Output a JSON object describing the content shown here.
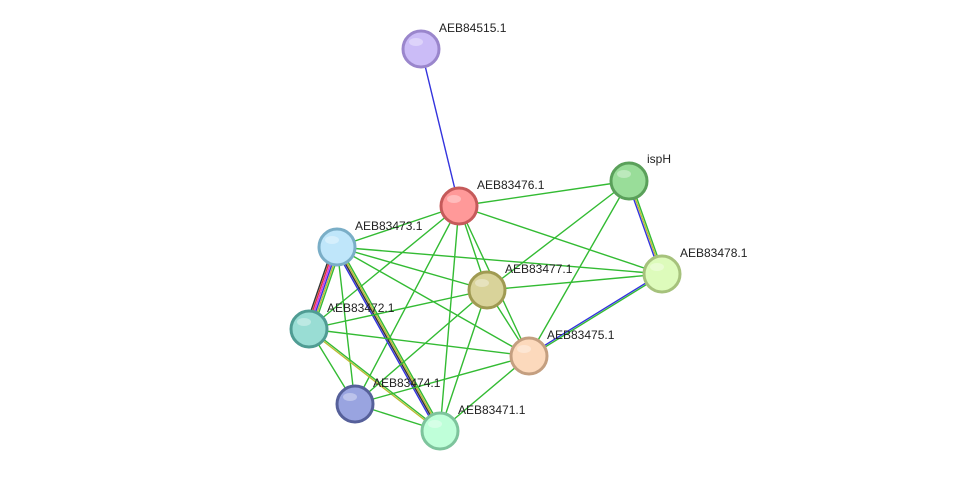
{
  "network": {
    "nodes": [
      {
        "id": "AEB84515.1",
        "label": "AEB84515.1",
        "fill": "#cbbcf7",
        "stroke": "#9a86cc"
      },
      {
        "id": "AEB83476.1",
        "label": "AEB83476.1",
        "fill": "#ff9999",
        "stroke": "#c55a5a"
      },
      {
        "id": "ispH",
        "label": "ispH",
        "fill": "#99dd99",
        "stroke": "#5aa05a"
      },
      {
        "id": "AEB83473.1",
        "label": "AEB83473.1",
        "fill": "#bfe6fa",
        "stroke": "#7aaec7"
      },
      {
        "id": "AEB83478.1",
        "label": "AEB83478.1",
        "fill": "#ddfbbb",
        "stroke": "#a6c27c"
      },
      {
        "id": "AEB83477.1",
        "label": "AEB83477.1",
        "fill": "#d9d39a",
        "stroke": "#a09a52"
      },
      {
        "id": "AEB83472.1",
        "label": "AEB83472.1",
        "fill": "#99ddd4",
        "stroke": "#4f9c93"
      },
      {
        "id": "AEB83475.1",
        "label": "AEB83475.1",
        "fill": "#fcd9bc",
        "stroke": "#c49f80"
      },
      {
        "id": "AEB83474.1",
        "label": "AEB83474.1",
        "fill": "#99a4e0",
        "stroke": "#56609a"
      },
      {
        "id": "AEB83471.1",
        "label": "AEB83471.1",
        "fill": "#bfffd9",
        "stroke": "#7dc49c"
      }
    ],
    "edges": [
      {
        "source": "AEB84515.1",
        "target": "AEB83476.1",
        "colors": [
          "#3333dd"
        ]
      },
      {
        "source": "AEB83476.1",
        "target": "ispH",
        "colors": [
          "#33bb33"
        ]
      },
      {
        "source": "AEB83476.1",
        "target": "AEB83473.1",
        "colors": [
          "#33bb33"
        ]
      },
      {
        "source": "AEB83476.1",
        "target": "AEB83478.1",
        "colors": [
          "#33bb33"
        ]
      },
      {
        "source": "AEB83476.1",
        "target": "AEB83477.1",
        "colors": [
          "#33bb33"
        ]
      },
      {
        "source": "AEB83476.1",
        "target": "AEB83472.1",
        "colors": [
          "#33bb33"
        ]
      },
      {
        "source": "AEB83476.1",
        "target": "AEB83475.1",
        "colors": [
          "#33bb33"
        ]
      },
      {
        "source": "AEB83476.1",
        "target": "AEB83474.1",
        "colors": [
          "#33bb33"
        ]
      },
      {
        "source": "AEB83476.1",
        "target": "AEB83471.1",
        "colors": [
          "#33bb33"
        ]
      },
      {
        "source": "ispH",
        "target": "AEB83478.1",
        "colors": [
          "#33bb33",
          "#bbbb33",
          "#3333dd"
        ]
      },
      {
        "source": "ispH",
        "target": "AEB83477.1",
        "colors": [
          "#33bb33"
        ]
      },
      {
        "source": "ispH",
        "target": "AEB83475.1",
        "colors": [
          "#33bb33"
        ]
      },
      {
        "source": "AEB83473.1",
        "target": "AEB83472.1",
        "colors": [
          "#33bb33",
          "#bbbb33",
          "#3333dd",
          "#dd33dd",
          "#dd3333",
          "#333333"
        ]
      },
      {
        "source": "AEB83473.1",
        "target": "AEB83477.1",
        "colors": [
          "#33bb33"
        ]
      },
      {
        "source": "AEB83473.1",
        "target": "AEB83475.1",
        "colors": [
          "#33bb33"
        ]
      },
      {
        "source": "AEB83473.1",
        "target": "AEB83474.1",
        "colors": [
          "#33bb33"
        ]
      },
      {
        "source": "AEB83473.1",
        "target": "AEB83471.1",
        "colors": [
          "#33bb33",
          "#bbbb33",
          "#333333",
          "#3333dd"
        ]
      },
      {
        "source": "AEB83473.1",
        "target": "AEB83478.1",
        "colors": [
          "#33bb33"
        ]
      },
      {
        "source": "AEB83477.1",
        "target": "AEB83478.1",
        "colors": [
          "#33bb33"
        ]
      },
      {
        "source": "AEB83477.1",
        "target": "AEB83472.1",
        "colors": [
          "#33bb33"
        ]
      },
      {
        "source": "AEB83477.1",
        "target": "AEB83475.1",
        "colors": [
          "#33bb33"
        ]
      },
      {
        "source": "AEB83477.1",
        "target": "AEB83474.1",
        "colors": [
          "#33bb33"
        ]
      },
      {
        "source": "AEB83477.1",
        "target": "AEB83471.1",
        "colors": [
          "#33bb33"
        ]
      },
      {
        "source": "AEB83478.1",
        "target": "AEB83475.1",
        "colors": [
          "#33bb33",
          "#3333dd"
        ]
      },
      {
        "source": "AEB83472.1",
        "target": "AEB83475.1",
        "colors": [
          "#33bb33"
        ]
      },
      {
        "source": "AEB83472.1",
        "target": "AEB83474.1",
        "colors": [
          "#33bb33"
        ]
      },
      {
        "source": "AEB83472.1",
        "target": "AEB83471.1",
        "colors": [
          "#33bb33",
          "#bbbb33"
        ]
      },
      {
        "source": "AEB83475.1",
        "target": "AEB83474.1",
        "colors": [
          "#33bb33"
        ]
      },
      {
        "source": "AEB83475.1",
        "target": "AEB83471.1",
        "colors": [
          "#33bb33"
        ]
      },
      {
        "source": "AEB83474.1",
        "target": "AEB83471.1",
        "colors": [
          "#33bb33"
        ]
      }
    ]
  }
}
